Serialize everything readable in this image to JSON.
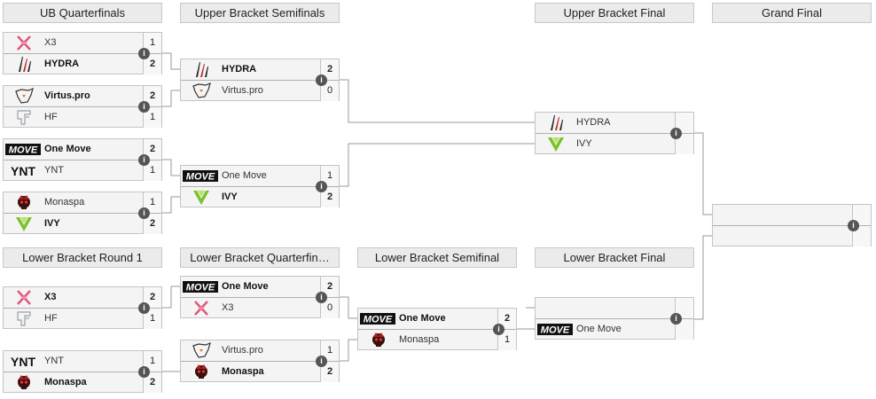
{
  "headers": {
    "ub_qf": "UB Quarterfinals",
    "ub_sf": "Upper Bracket Semifinals",
    "ub_f": "Upper Bracket Final",
    "gf": "Grand Final",
    "lb_r1": "Lower Bracket Round 1",
    "lb_qf": "Lower Bracket Quarterfin…",
    "lb_sf": "Lower Bracket Semifinal",
    "lb_f": "Lower Bracket Final"
  },
  "info_glyph": "i",
  "logo_text": {
    "move": "MOVE",
    "ynt": "YNT"
  },
  "matches": {
    "ubqf1": {
      "t1": {
        "name": "X3",
        "score": "1"
      },
      "t2": {
        "name": "HYDRA",
        "score": "2"
      }
    },
    "ubqf2": {
      "t1": {
        "name": "Virtus.pro",
        "score": "2"
      },
      "t2": {
        "name": "HF",
        "score": "1"
      }
    },
    "ubqf3": {
      "t1": {
        "name": "One Move",
        "score": "2"
      },
      "t2": {
        "name": "YNT",
        "score": "1"
      }
    },
    "ubqf4": {
      "t1": {
        "name": "Monaspa",
        "score": "1"
      },
      "t2": {
        "name": "IVY",
        "score": "2"
      }
    },
    "ubsf1": {
      "t1": {
        "name": "HYDRA",
        "score": "2"
      },
      "t2": {
        "name": "Virtus.pro",
        "score": "0"
      }
    },
    "ubsf2": {
      "t1": {
        "name": "One Move",
        "score": "1"
      },
      "t2": {
        "name": "IVY",
        "score": "2"
      }
    },
    "ubf": {
      "t1": {
        "name": "HYDRA",
        "score": ""
      },
      "t2": {
        "name": "IVY",
        "score": ""
      }
    },
    "gf": {
      "t1": {
        "name": "",
        "score": ""
      },
      "t2": {
        "name": "",
        "score": ""
      }
    },
    "lbr1a": {
      "t1": {
        "name": "X3",
        "score": "2"
      },
      "t2": {
        "name": "HF",
        "score": "1"
      }
    },
    "lbr1b": {
      "t1": {
        "name": "YNT",
        "score": "1"
      },
      "t2": {
        "name": "Monaspa",
        "score": "2"
      }
    },
    "lbqf1": {
      "t1": {
        "name": "One Move",
        "score": "2"
      },
      "t2": {
        "name": "X3",
        "score": "0"
      }
    },
    "lbqf2": {
      "t1": {
        "name": "Virtus.pro",
        "score": "1"
      },
      "t2": {
        "name": "Monaspa",
        "score": "2"
      }
    },
    "lbsf": {
      "t1": {
        "name": "One Move",
        "score": "2"
      },
      "t2": {
        "name": "Monaspa",
        "score": "1"
      }
    },
    "lbf": {
      "t1": {
        "name": "",
        "score": ""
      },
      "t2": {
        "name": "One Move",
        "score": ""
      }
    }
  },
  "team_logos": {
    "x3": "x3-logo",
    "hydra": "hydra-logo",
    "virtus_pro": "bear-logo",
    "hf": "hf-logo",
    "one_move": "move-logo",
    "ynt": "ynt-logo",
    "monaspa": "skull-logo",
    "ivy": "ivy-logo"
  },
  "colors": {
    "x3": "#e0587a",
    "hydra_red": "#c8242c",
    "ivy_green": "#7cc22a",
    "virtus_orange": "#e8761e",
    "monaspa_red": "#b01c1c"
  }
}
